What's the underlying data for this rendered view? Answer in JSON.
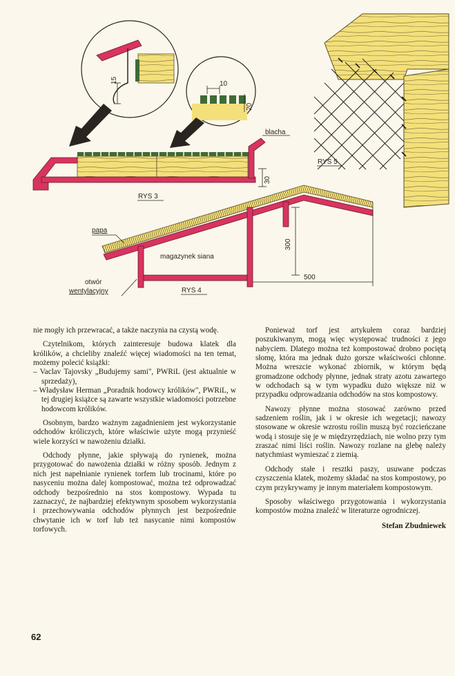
{
  "figures": {
    "rys3": {
      "caption": "RYS 3",
      "label_blacha": "blacha",
      "dim_15": "15",
      "dim_10": "10",
      "dim_20": "20",
      "dim_30": "30"
    },
    "rys4": {
      "caption": "RYS 4",
      "label_papa": "papa",
      "label_magazynek": "magazynek siana",
      "label_otwor_1": "otwór",
      "label_otwor_2": "wentylacyjny",
      "dim_300": "300",
      "dim_500": "500"
    },
    "rys5": {
      "caption": "RYS 5"
    }
  },
  "left_column": {
    "p1": "nie mogły ich przewracać, a także naczynia na czystą wodę.",
    "p2": "Czytelnikom, których zainteresuje budowa klatek dla królików, a chcieliby znaleźć więcej wiadomości na ten temat, możemy polecić książki:",
    "li1": "– Vaclav Tajovsky „Budujemy sami\", PWRiL (jest aktualnie w sprzedaży),",
    "li2": "– Władysław Herman „Poradnik hodowcy królików\", PWRiL, w tej drugiej książce są zawarte wszystkie wiadomości potrzebne hodowcom królików.",
    "p3": "Osobnym, bardzo ważnym zagadnieniem jest wykorzystanie odchodów króliczych, które właściwie użyte mogą przynieść wiele korzyści w nawożeniu działki.",
    "p4": "Odchody płynne, jakie spływają do rynienek, można przygotować do nawożenia działki w różny sposób. Jednym z nich jest napełnianie rynienek torfem lub trocinami, które po nasyceniu można dalej kompostować, można też odprowadzać odchody bezpośrednio na stos kompostowy. Wypada tu zaznaczyć, że najbardziej efektywnym sposobem wykorzystania i przechowywania odchodów płynnych jest bezpośrednie chwytanie ich w torf lub też nasycanie nimi kompostów torfowych."
  },
  "right_column": {
    "p1": "Ponieważ torf jest artykułem coraz bardziej poszukiwanym, mogą więc występować trudności z jego nabyciem. Dlatego można też kompostować drobno pociętą słomę, która ma jednak dużo gorsze właściwości chłonne. Można wreszcie wykonać zbiornik, w którym będą gromadzone odchody płynne, jednak straty azotu zawartego w odchodach są w tym wypadku dużo większe niż w przypadku odprowadzania odchodów na stos kompostowy.",
    "p2": "Nawozy płynne można stosować zarówno przed sadzeniem roślin, jak i w okresie ich wegetacji; nawozy stosowane w okresie wzrostu roślin muszą być rozcieńczane wodą i stosuje się je w międzyrzędziach, nie wolno przy tym zraszać nimi liści roślin. Nawozy rozlane na glebę należy natychmiast wymieszać z ziemią.",
    "p3": "Odchody stałe i resztki paszy, usuwane podczas czyszczenia klatek, możemy składać na stos kompostowy, po czym przykrywamy je innym materiałem kompostowym.",
    "p4": "Sposoby właściwego przygotowania i wykorzystania kompostów można znaleźć w literaturze ogrodniczej.",
    "signature": "Stefan Zbudniewek"
  },
  "page_number": "62",
  "colors": {
    "wood": "#f3e07a",
    "wood_line": "#7a6a3a",
    "frame": "#d8345f",
    "ink": "#1f1c18",
    "slat": "#3f6b35",
    "paper": "#fbf7ec"
  }
}
